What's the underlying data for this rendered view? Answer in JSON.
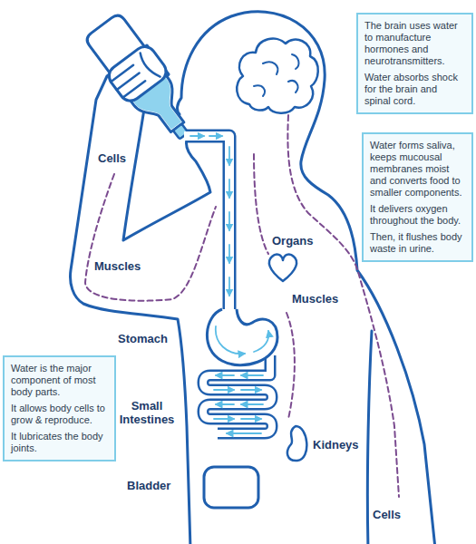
{
  "diagram": {
    "nodes": [
      {
        "text": [
          "The brain uses water to manufacture hormones and neurotransmitters.",
          "Water absorbs shock for the brain and spinal cord."
        ]
      },
      {
        "text": [
          "Water forms saliva, keeps mucousal membranes moist and converts food to smaller components.",
          "It delivers oxygen throughout the body.",
          "Then, it flushes body waste in urine."
        ]
      },
      {
        "text": [
          "Water is the major component of most body parts.",
          "It allows body cells to grow & reproduce.",
          "It lubricates the body joints."
        ]
      }
    ],
    "labels": [
      "Cells",
      "Organs",
      "Muscles",
      "Muscles",
      "Stomach",
      "Small Intestines",
      "Kidneys",
      "Bladder",
      "Cells"
    ]
  }
}
